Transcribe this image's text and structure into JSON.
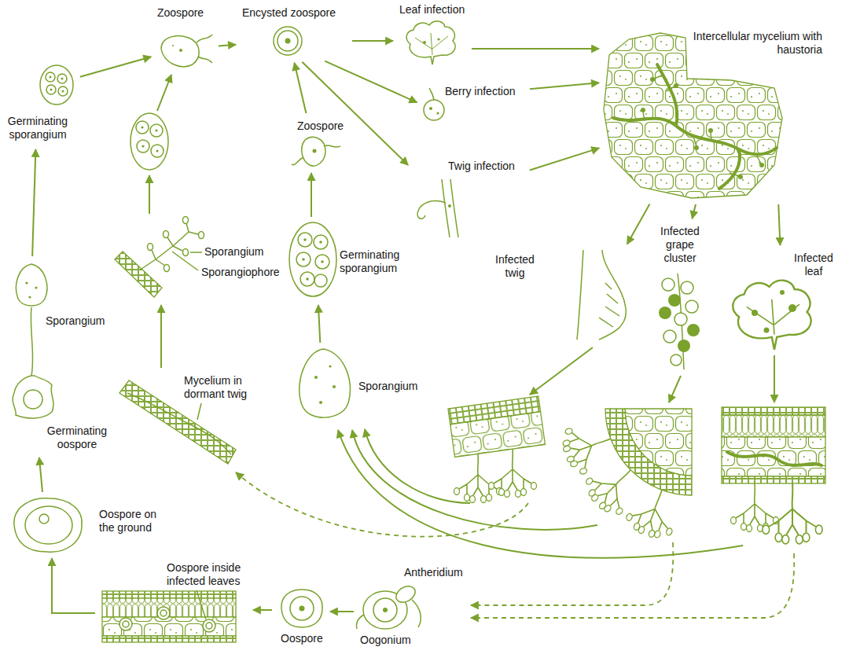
{
  "diagram": {
    "nodes": [
      {
        "text": [
          "Germinating sporangium"
        ]
      },
      {
        "text": [
          "Zoospore"
        ]
      },
      {
        "text": [
          "Encysted zoospore"
        ]
      },
      {
        "text": [
          "Leaf infection"
        ]
      },
      {
        "text": [
          "Intercellular mycelium with haustoria"
        ]
      },
      {
        "text": [
          "Berry infection"
        ]
      },
      {
        "text": [
          "Zoospore"
        ]
      },
      {
        "text": [
          "Twig infection"
        ]
      },
      {
        "text": [
          "Sporangium",
          "Sporangiophore"
        ]
      },
      {
        "text": [
          "Germinating sporangium"
        ]
      },
      {
        "text": [
          "Sporangium"
        ]
      },
      {
        "text": [
          "Infected twig"
        ]
      },
      {
        "text": [
          "Infected grape cluster"
        ]
      },
      {
        "text": [
          "Infected leaf"
        ]
      },
      {
        "text": [
          "Mycelium in dormant twig"
        ]
      },
      {
        "text": [
          "Sporangium"
        ]
      },
      {
        "text": [
          "Germinating oospore"
        ]
      },
      {
        "text": [
          "Oospore on the ground"
        ]
      },
      {
        "text": [
          "Oospore inside infected leaves"
        ]
      },
      {
        "text": [
          "Antheridium",
          "Oogonium"
        ]
      },
      {
        "text": [
          "Oospore"
        ]
      }
    ],
    "edges": [
      {
        "from": 0,
        "to": 1,
        "arrow": "to"
      },
      {
        "from": 1,
        "to": 2,
        "arrow": "to"
      },
      {
        "from": 2,
        "to": 3,
        "arrow": "to"
      },
      {
        "from": 2,
        "to": 5,
        "arrow": "to"
      },
      {
        "from": 2,
        "to": 7,
        "arrow": "to"
      },
      {
        "from": 3,
        "to": 4,
        "arrow": "to"
      },
      {
        "from": 5,
        "to": 4,
        "arrow": "to"
      },
      {
        "from": 7,
        "to": 4,
        "arrow": "to"
      },
      {
        "from": 6,
        "to": 2,
        "arrow": "to"
      },
      {
        "from": 9,
        "to": 6,
        "arrow": "to"
      },
      {
        "from": 15,
        "to": 9,
        "arrow": "to"
      },
      {
        "from": 4,
        "to": 11,
        "arrow": "to"
      },
      {
        "from": 4,
        "to": 12,
        "arrow": "to"
      },
      {
        "from": 4,
        "to": 13,
        "arrow": "to"
      },
      {
        "from": 10,
        "to": 0,
        "arrow": "to"
      },
      {
        "from": 17,
        "to": 16,
        "arrow": "to"
      },
      {
        "from": 18,
        "to": 17,
        "arrow": "to"
      },
      {
        "from": 20,
        "to": 18,
        "arrow": "to"
      },
      {
        "from": 19,
        "to": 20,
        "arrow": "to"
      },
      {
        "from": 14,
        "to": 8,
        "arrow": "to"
      }
    ]
  }
}
